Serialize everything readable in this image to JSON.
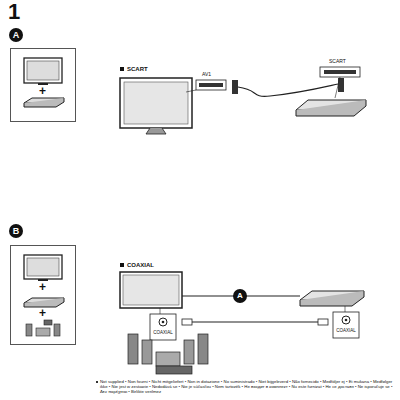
{
  "diagram": {
    "nodes": [
      {
        "text": [
          "+"
        ]
      },
      {
        "text": [
          "+",
          "+"
        ]
      }
    ],
    "labels": [
      "1",
      "A",
      "SCART",
      "AV1",
      "SCART",
      "B",
      "COAXIAL",
      "A",
      "COAXIAL",
      "COAXIAL",
      "Not supplied • Non fourni • Nicht mitgeliefert • Non in dotazione • No suministrado • Niet bijgeleverd • Não fornecido • Medföljer ej • Ei mukana • Medfølger ikke • Nie jest w zestawie • Nedodává se • Nie je súčasťou • Nem tartozék • Не входит в комплект • Nu este furnizat • Не се доставя • Ne isporučuje se • Δεν παρέχεται • Birlikte verilmez"
    ]
  }
}
